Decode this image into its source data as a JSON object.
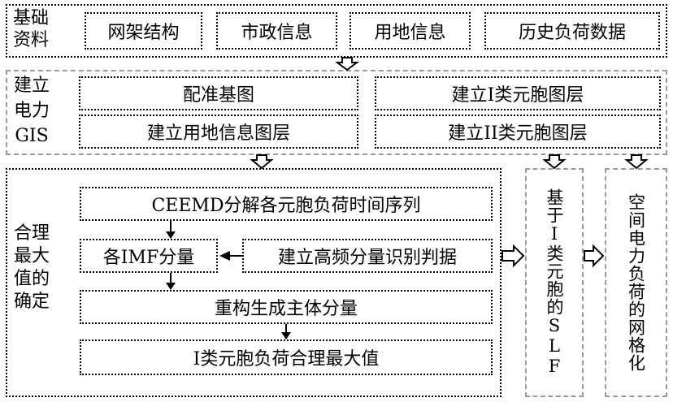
{
  "basic": {
    "label": "基础资料",
    "items": [
      "网架结构",
      "市政信息",
      "用地信息",
      "历史负荷数据"
    ]
  },
  "gis": {
    "label_line1": "建立",
    "label_line2": "电力",
    "label_line3": "GIS",
    "left": [
      "配准基图",
      "建立用地信息图层"
    ],
    "right": [
      "建立I类元胞图层",
      "建立II类元胞图层"
    ]
  },
  "maxval": {
    "label": "合理最大值的确定",
    "ceemd": "CEEMD分解各元胞负荷时间序列",
    "imf": "各IMF分量",
    "highfreq": "建立高频分量识别判据",
    "reconstruct": "重构生成主体分量",
    "result": "I类元胞负荷合理最大值"
  },
  "slf": {
    "text": "基于I类元胞的SLF"
  },
  "grid": {
    "text": "空间电力负荷的网格化"
  }
}
